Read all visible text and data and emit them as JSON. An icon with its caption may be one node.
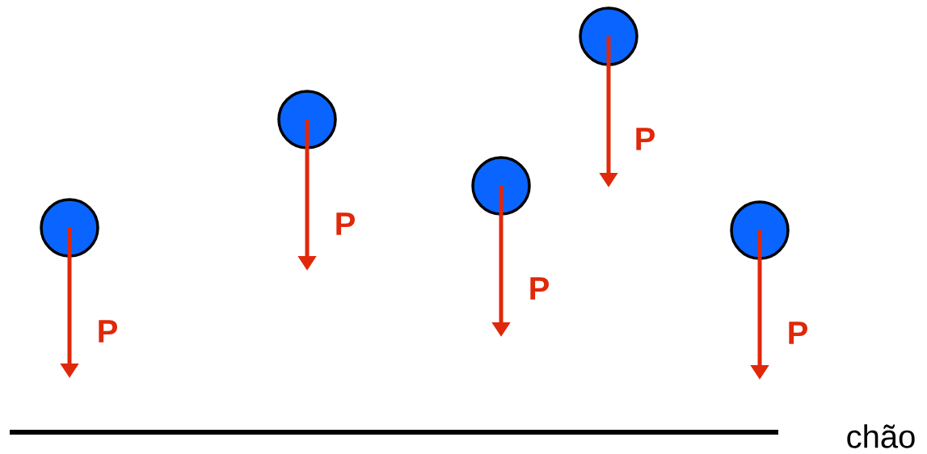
{
  "diagram": {
    "nodes": [
      {
        "text": [],
        "shape": "circle"
      },
      {
        "text": [],
        "shape": "circle"
      },
      {
        "text": [],
        "shape": "circle"
      },
      {
        "text": [],
        "shape": "circle"
      },
      {
        "text": [],
        "shape": "circle"
      }
    ],
    "labels": [
      "P",
      "P",
      "P",
      "P",
      "P",
      "chão"
    ]
  }
}
